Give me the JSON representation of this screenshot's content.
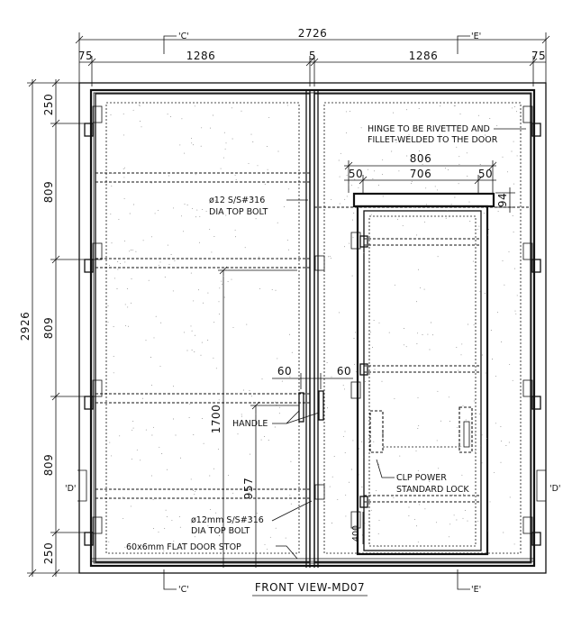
{
  "drawing": {
    "title": "FRONT  VIEW-MD07",
    "section_marks": {
      "c": "'C'",
      "e": "'E'",
      "d": "'D'"
    },
    "dimensions": {
      "overall_width": "2726",
      "segment_left_margin": "75",
      "segment_left_leaf": "1286",
      "segment_gap": "5",
      "segment_right_leaf": "1286",
      "segment_right_margin": "75",
      "overall_height": "2926",
      "row_top": "250",
      "row_upper": "809",
      "row_middle": "809",
      "row_lower": "809",
      "row_bottom": "250",
      "small_door_width": "806",
      "small_door_left_inset": "50",
      "small_door_inner": "706",
      "small_door_right_inset": "50",
      "small_door_top": "94",
      "handle_left_offset": "60",
      "handle_right_offset": "60",
      "handle_height": "1700",
      "bolt_height": "957",
      "small_door_hinge_height": "400"
    },
    "notes": {
      "hinge_note_line1": "HINGE TO BE RIVETTED AND",
      "hinge_note_line2": "FILLET-WELDED TO THE DOOR",
      "top_bolt_line1": "ø12 S/S#316",
      "top_bolt_line2": "DIA TOP BOLT",
      "handle": "HANDLE",
      "lock_line1": "CLP POWER",
      "lock_line2": "STANDARD LOCK",
      "bottom_bolt_line1": "ø12mm S/S#316",
      "bottom_bolt_line2": "DIA TOP BOLT",
      "door_stop": "60x6mm FLAT DOOR STOP"
    }
  }
}
